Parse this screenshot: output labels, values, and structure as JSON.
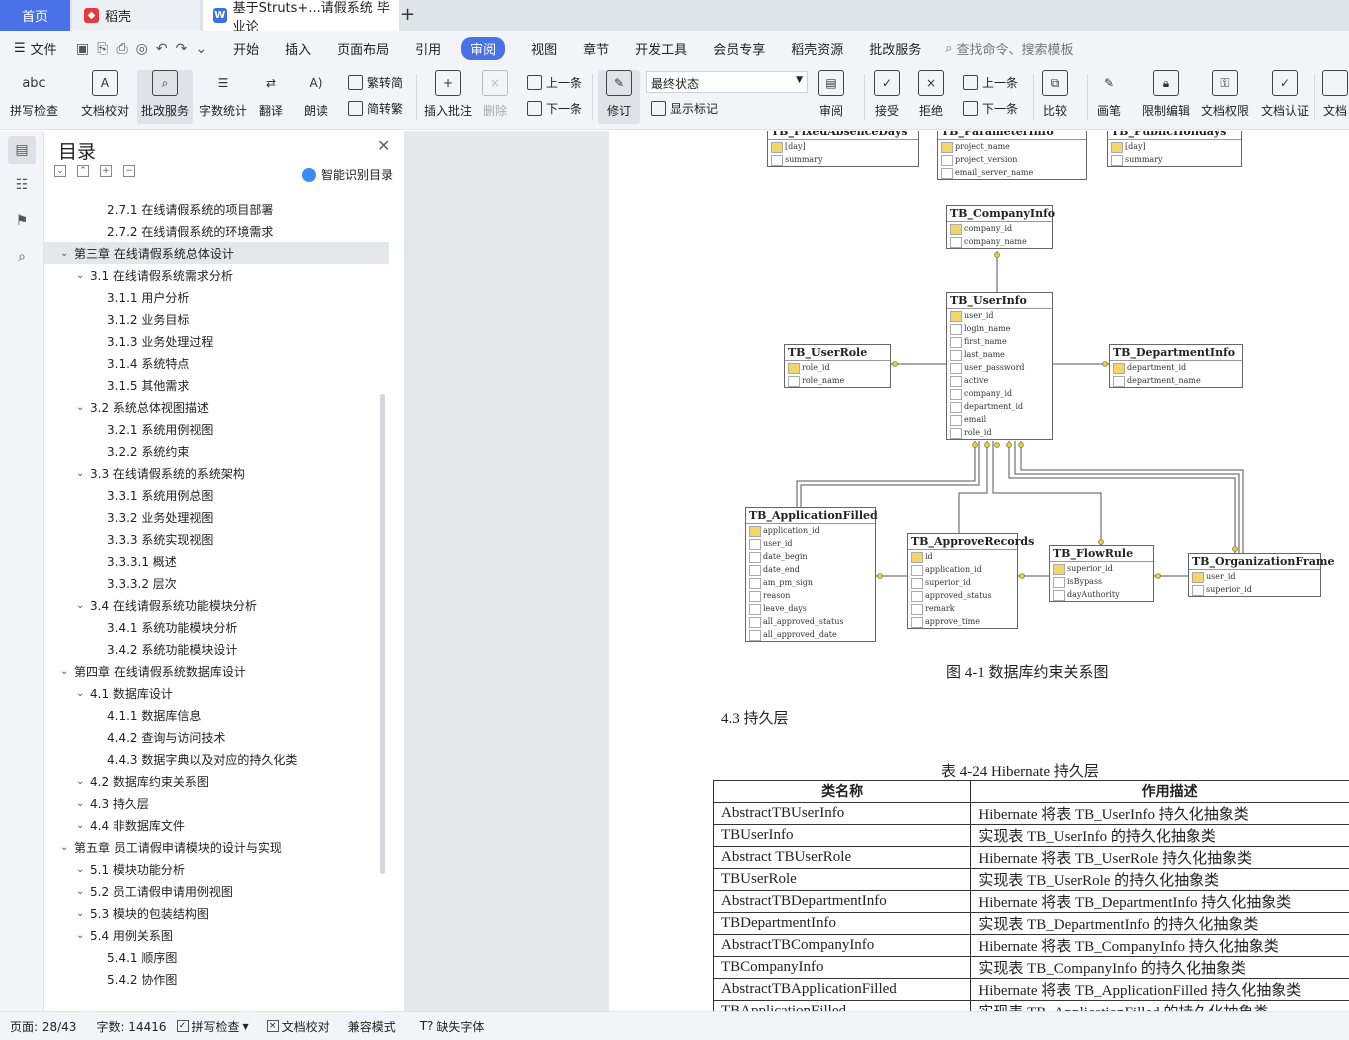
{
  "tabs": {
    "home": "首页",
    "daoke": "稻壳",
    "doc": "基于Struts+...请假系统 毕业论",
    "add": "+"
  },
  "menu": {
    "file": "文件",
    "items": [
      "开始",
      "插入",
      "页面布局",
      "引用"
    ],
    "active": "审阅",
    "items2": [
      "视图",
      "章节",
      "开发工具",
      "会员专享",
      "稻壳资源",
      "批改服务"
    ],
    "search": "查找命令、搜索模板"
  },
  "toolbar": {
    "spell": "拼写检查",
    "proof": "文档校对",
    "review_service": "批改服务",
    "word_count": "字数统计",
    "translate": "翻译",
    "read": "朗读",
    "to_trad": "繁转简",
    "to_simp": "简转繁",
    "insert_comment": "插入批注",
    "delete": "删除",
    "prev": "上一条",
    "next": "下一条",
    "track": "修订",
    "state": "最终状态",
    "show_markup": "显示标记",
    "review": "审阅",
    "accept": "接受",
    "reject": "拒绝",
    "prev2": "上一条",
    "next2": "下一条",
    "compare": "比较",
    "pen": "画笔",
    "restrict": "限制编辑",
    "doc_rights": "文档权限",
    "doc_cert": "文档认证",
    "doc_last": "文档"
  },
  "toc": {
    "title": "目录",
    "smart": "智能识别目录",
    "items": [
      {
        "text": "2.7.1 在线请假系统的项目部署",
        "level": 3
      },
      {
        "text": "2.7.2 在线请假系统的环境需求",
        "level": 3
      },
      {
        "text": "第三章 在线请假系统总体设计",
        "level": 1,
        "selected": true
      },
      {
        "text": "3.1 在线请假系统需求分析",
        "level": 2
      },
      {
        "text": "3.1.1 用户分析",
        "level": 3
      },
      {
        "text": "3.1.2 业务目标",
        "level": 3
      },
      {
        "text": "3.1.3 业务处理过程",
        "level": 3
      },
      {
        "text": "3.1.4 系统特点",
        "level": 3
      },
      {
        "text": "3.1.5 其他需求",
        "level": 3
      },
      {
        "text": "3.2 系统总体视图描述",
        "level": 2
      },
      {
        "text": "3.2.1 系统用例视图",
        "level": 3
      },
      {
        "text": "3.2.2 系统约束",
        "level": 3
      },
      {
        "text": "3.3 在线请假系统的系统架构",
        "level": 2
      },
      {
        "text": "3.3.1 系统用例总图",
        "level": 3
      },
      {
        "text": "3.3.2 业务处理视图",
        "level": 3
      },
      {
        "text": "3.3.3 系统实现视图",
        "level": 3
      },
      {
        "text": "3.3.3.1 概述",
        "level": 3
      },
      {
        "text": "3.3.3.2 层次",
        "level": 3
      },
      {
        "text": "3.4 在线请假系统功能模块分析",
        "level": 2
      },
      {
        "text": "3.4.1 系统功能模块分析",
        "level": 3
      },
      {
        "text": "3.4.2 系统功能模块设计",
        "level": 3
      },
      {
        "text": "第四章 在线请假系统数据库设计",
        "level": 1
      },
      {
        "text": "4.1 数据库设计",
        "level": 2
      },
      {
        "text": "4.1.1 数据库信息",
        "level": 3
      },
      {
        "text": "4.4.2 查询与访问技术",
        "level": 3
      },
      {
        "text": "4.4.3 数据字典以及对应的持久化类",
        "level": 3
      },
      {
        "text": "4.2 数据库约束关系图",
        "level": 2
      },
      {
        "text": "4.3 持久层",
        "level": 2
      },
      {
        "text": "4.4 非数据库文件",
        "level": 2
      },
      {
        "text": "第五章 员工请假申请模块的设计与实现",
        "level": 1
      },
      {
        "text": "5.1 模块功能分析",
        "level": 2
      },
      {
        "text": "5.2 员工请假申请用例视图",
        "level": 2
      },
      {
        "text": "5.3 模块的包装结构图",
        "level": 2
      },
      {
        "text": "5.4 用例关系图",
        "level": 2
      },
      {
        "text": "5.4.1 顺序图",
        "level": 3
      },
      {
        "text": "5.4.2 协作图",
        "level": 3
      }
    ]
  },
  "er": {
    "top_left": {
      "name": "TB_FixedAbsenceDays",
      "fields": [
        "[day]",
        "summary"
      ]
    },
    "top_mid": {
      "name": "TB_ParameterInfo",
      "fields": [
        "project_name",
        "project_version",
        "email_server_name"
      ]
    },
    "top_right": {
      "name": "TB_PublicHolidays",
      "fields": [
        "[day]",
        "summary"
      ]
    },
    "company": {
      "name": "TB_CompanyInfo",
      "fields": [
        "company_id",
        "company_name"
      ]
    },
    "user": {
      "name": "TB_UserInfo",
      "fields": [
        "user_id",
        "login_name",
        "first_name",
        "last_name",
        "user_password",
        "active",
        "company_id",
        "department_id",
        "email",
        "role_id"
      ]
    },
    "role": {
      "name": "TB_UserRole",
      "fields": [
        "role_id",
        "role_name"
      ]
    },
    "dept": {
      "name": "TB_DepartmentInfo",
      "fields": [
        "department_id",
        "department_name"
      ]
    },
    "app": {
      "name": "TB_ApplicationFilled",
      "fields": [
        "application_id",
        "user_id",
        "date_begin",
        "date_end",
        "am_pm_sign",
        "reason",
        "leave_days",
        "all_approved_status",
        "all_approved_date"
      ]
    },
    "approve": {
      "name": "TB_ApproveRecords",
      "fields": [
        "id",
        "application_id",
        "superior_id",
        "approved_status",
        "remark",
        "approve_time"
      ]
    },
    "flow": {
      "name": "TB_FlowRule",
      "fields": [
        "superior_id",
        "isBypass",
        "dayAuthority"
      ]
    },
    "org": {
      "name": "TB_OrganizationFrame",
      "fields": [
        "user_id",
        "superior_id"
      ]
    }
  },
  "doc": {
    "fig_caption": "图 4-1 数据库约束关系图",
    "section": "4.3 持久层",
    "table_caption": "表 4-24 Hibernate 持久层",
    "table_headers": [
      "类名称",
      "作用描述"
    ],
    "rows": [
      [
        "AbstractTBUserInfo",
        "Hibernate 将表 TB_UserInfo 持久化抽象类"
      ],
      [
        "TBUserInfo",
        "实现表 TB_UserInfo 的持久化抽象类"
      ],
      [
        "Abstract TBUserRole",
        "Hibernate 将表 TB_UserRole 持久化抽象类"
      ],
      [
        "TBUserRole",
        "实现表 TB_UserRole 的持久化抽象类"
      ],
      [
        "AbstractTBDepartmentInfo",
        "Hibernate 将表 TB_DepartmentInfo 持久化抽象类"
      ],
      [
        "TBDepartmentInfo",
        "实现表 TB_DepartmentInfo 的持久化抽象类"
      ],
      [
        "AbstractTBCompanyInfo",
        "Hibernate 将表 TB_CompanyInfo 持久化抽象类"
      ],
      [
        "TBCompanyInfo",
        "实现表 TB_CompanyInfo 的持久化抽象类"
      ],
      [
        "AbstractTBApplicationFilled",
        "Hibernate 将表 TB_ApplicationFilled 持久化抽象类"
      ],
      [
        "TBApplicationFilled",
        "实现表 TB_ApplicationFilled 的持久化抽象类"
      ]
    ]
  },
  "status": {
    "page": "页面: 28/43",
    "words": "字数: 14416",
    "spell": "拼写检查",
    "proof": "文档校对",
    "compat": "兼容模式",
    "missing_font": "缺失字体"
  }
}
